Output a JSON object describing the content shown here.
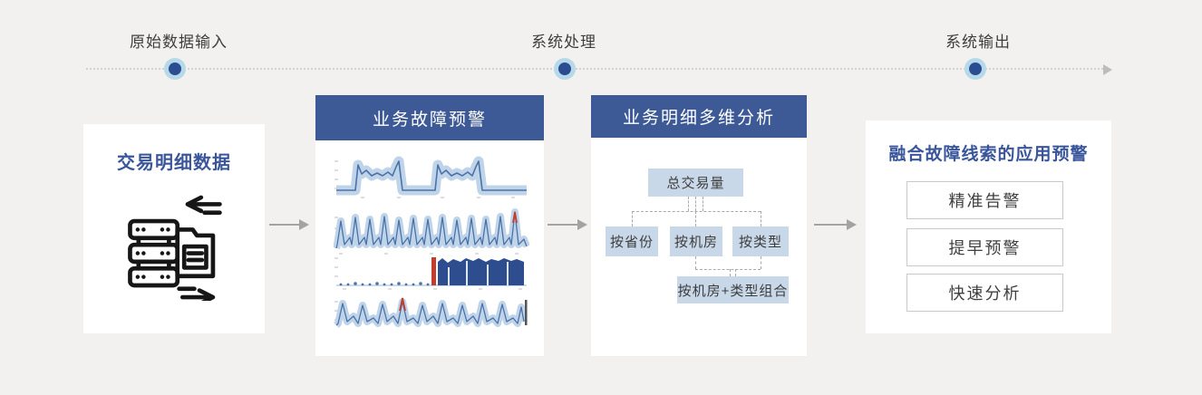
{
  "colors": {
    "background": "#f2f1ef",
    "header_blue": "#3d5a96",
    "title_blue": "#3a569b",
    "node_blue": "#c9d8e9",
    "timeline_dot": "#2c4c92",
    "timeline_dot_halo": "#b5d9e9",
    "chart_line": "#4a72a8",
    "chart_band": "#c0d4e9",
    "chart_alert_red": "#c43c2c",
    "chart_anomaly_block": "#2e4d8e",
    "arrow_gray": "#a3a3a3"
  },
  "timeline": {
    "stages": [
      {
        "label": "原始数据输入"
      },
      {
        "label": "系统处理"
      },
      {
        "label": "系统输出"
      }
    ]
  },
  "boxes": {
    "source": {
      "title": "交易明细数据",
      "icon": "server-data-exchange-icon"
    },
    "fault_warning": {
      "title": "业务故障预警",
      "charts": [
        {
          "name": "daily-double-peak-band-chart",
          "type": "line"
        },
        {
          "name": "periodic-spikes-band-chart",
          "type": "line"
        },
        {
          "name": "anomaly-red-spike-block-chart",
          "type": "line"
        },
        {
          "name": "spiky-traffic-band-chart",
          "type": "line"
        }
      ]
    },
    "multidim": {
      "title": "业务明细多维分析",
      "tree": {
        "root": "总交易量",
        "children": [
          "按省份",
          "按机房",
          "按类型"
        ],
        "combined": "按机房+类型组合"
      }
    },
    "output": {
      "title": "融合故障线索的应用预警",
      "items": [
        "精准告警",
        "提早预警",
        "快速分析"
      ]
    }
  }
}
